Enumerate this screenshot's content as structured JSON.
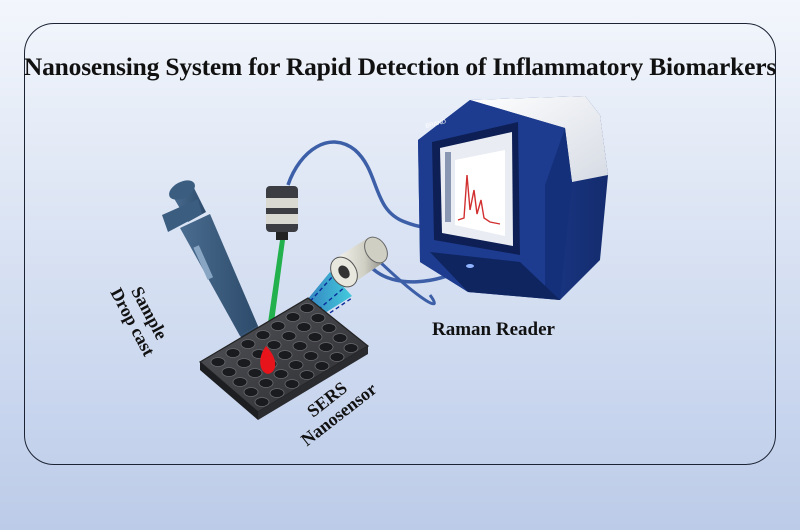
{
  "title": "Nanosensing System for Rapid Detection of Inflammatory Biomarkers",
  "labels": {
    "raman_reader": "Raman Reader",
    "sample_line1": "Sample",
    "sample_line2": "Drop cast",
    "sers_line1": "SERS",
    "sers_line2": "Nanosensor"
  },
  "colors": {
    "device_blue": "#1d3c8f",
    "fiber_blue": "#3c5fa8",
    "laser_green": "#22b14c",
    "sample_red": "#e8141c",
    "scatter_cyan": "#29c7d9"
  }
}
